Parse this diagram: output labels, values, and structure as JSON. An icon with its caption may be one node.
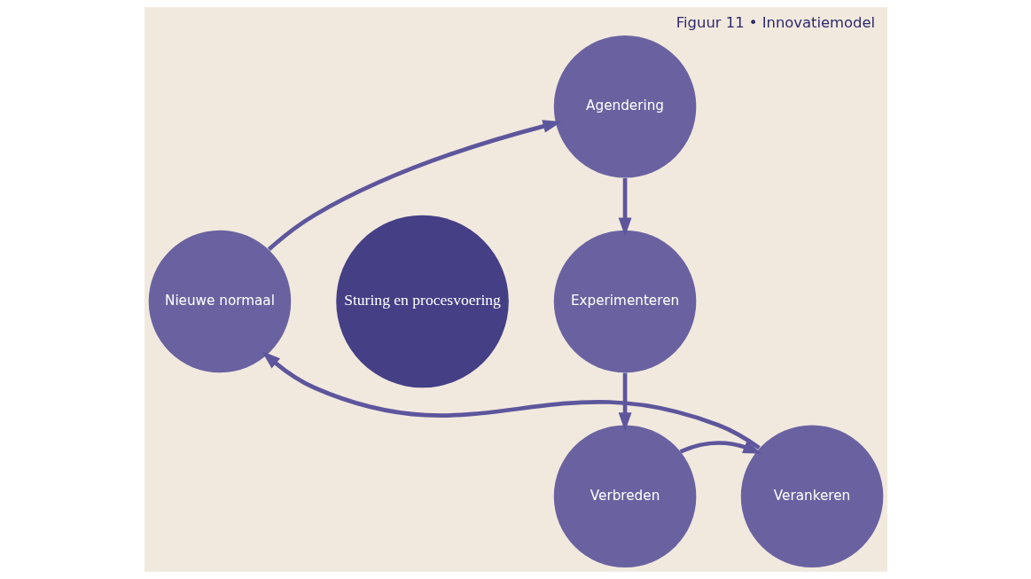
{
  "diagram": {
    "title": "Figuur 11 • Innovatiemodel",
    "nodes": [
      {
        "text": [
          "Sturing en procesvoering"
        ]
      },
      {
        "text": [
          "Agendering"
        ]
      },
      {
        "text": [
          "Experimenteren"
        ]
      },
      {
        "text": [
          "Verbreden"
        ]
      },
      {
        "text": [
          "Verankeren"
        ]
      },
      {
        "text": [
          "Nieuwe normaal"
        ]
      }
    ],
    "edges": [
      {
        "from": 1,
        "to": 2,
        "arrow": "to"
      },
      {
        "from": 2,
        "to": 3,
        "arrow": "to"
      },
      {
        "from": 3,
        "to": 4,
        "arrow": "to"
      },
      {
        "from": 4,
        "to": 5,
        "arrow": "to"
      },
      {
        "from": 5,
        "to": 1,
        "arrow": "to"
      }
    ]
  }
}
